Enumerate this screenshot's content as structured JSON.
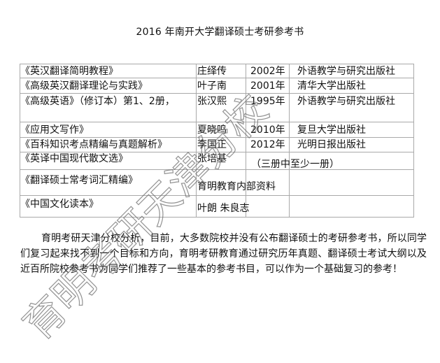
{
  "title": "2016 年南开大学翻译硕士考研参考书",
  "books": [
    {
      "name": "《英汉翻译简明教程》",
      "author": "庄绎传",
      "year": "2002年",
      "publisher": "外语教学与研究出版社"
    },
    {
      "name": "《高级英汉翻译理论与实践》",
      "author": "叶子南",
      "year": "2001年",
      "publisher": "清华大学出版社"
    },
    {
      "name": "《高级英语》（修订本）第1、2册，",
      "author": "张汉熙",
      "year": "1995年",
      "publisher": "外语教学与研究出版社"
    },
    {
      "name": "《应用文写作》",
      "author": "夏晓鸣",
      "year": "2010年",
      "publisher": "复旦大学出版社"
    },
    {
      "name": "《百科知识考点精编与真题解析》",
      "author": "李国正",
      "year": "2012年",
      "publisher": "光明日报出版社"
    },
    {
      "name": "《英译中国现代散文选》",
      "author": "张培基",
      "note": "（三册中至少一册）"
    },
    {
      "name": "《翻译硕士常考词汇精编》",
      "note": "育明教育内部资料"
    },
    {
      "name": "《中国文化读本》",
      "note": "叶朗  朱良志"
    }
  ],
  "intro": "育明考研天津分校分析，目前，大多数院校并没有公布翻译硕士的考研参考书，所以同学们复习起来找不到一个目标和方向，育明考研教育通过研究历年真题、翻译硕士考试大纲以及近百所院校参考书为同学们推荐了一些基本的参考书目，可以作为一个基础复习的参考！",
  "watermark": "育明考研天津分校"
}
